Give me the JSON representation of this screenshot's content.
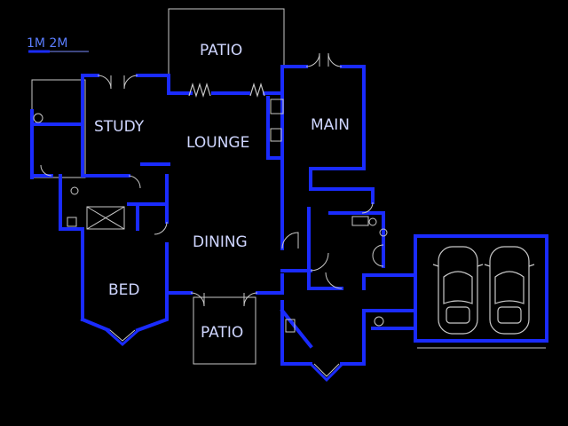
{
  "scale": {
    "label": "1M  2M"
  },
  "rooms": {
    "patio_top": "PATIO",
    "study": "STUDY",
    "lounge": "LOUNGE",
    "main": "MAIN",
    "dining": "DINING",
    "bed": "BED",
    "patio_bottom": "PATIO"
  },
  "colors": {
    "background": "#000000",
    "wall": "#1a2bff",
    "fixture": "#c8c8c8",
    "label": "#cfd6ff"
  }
}
